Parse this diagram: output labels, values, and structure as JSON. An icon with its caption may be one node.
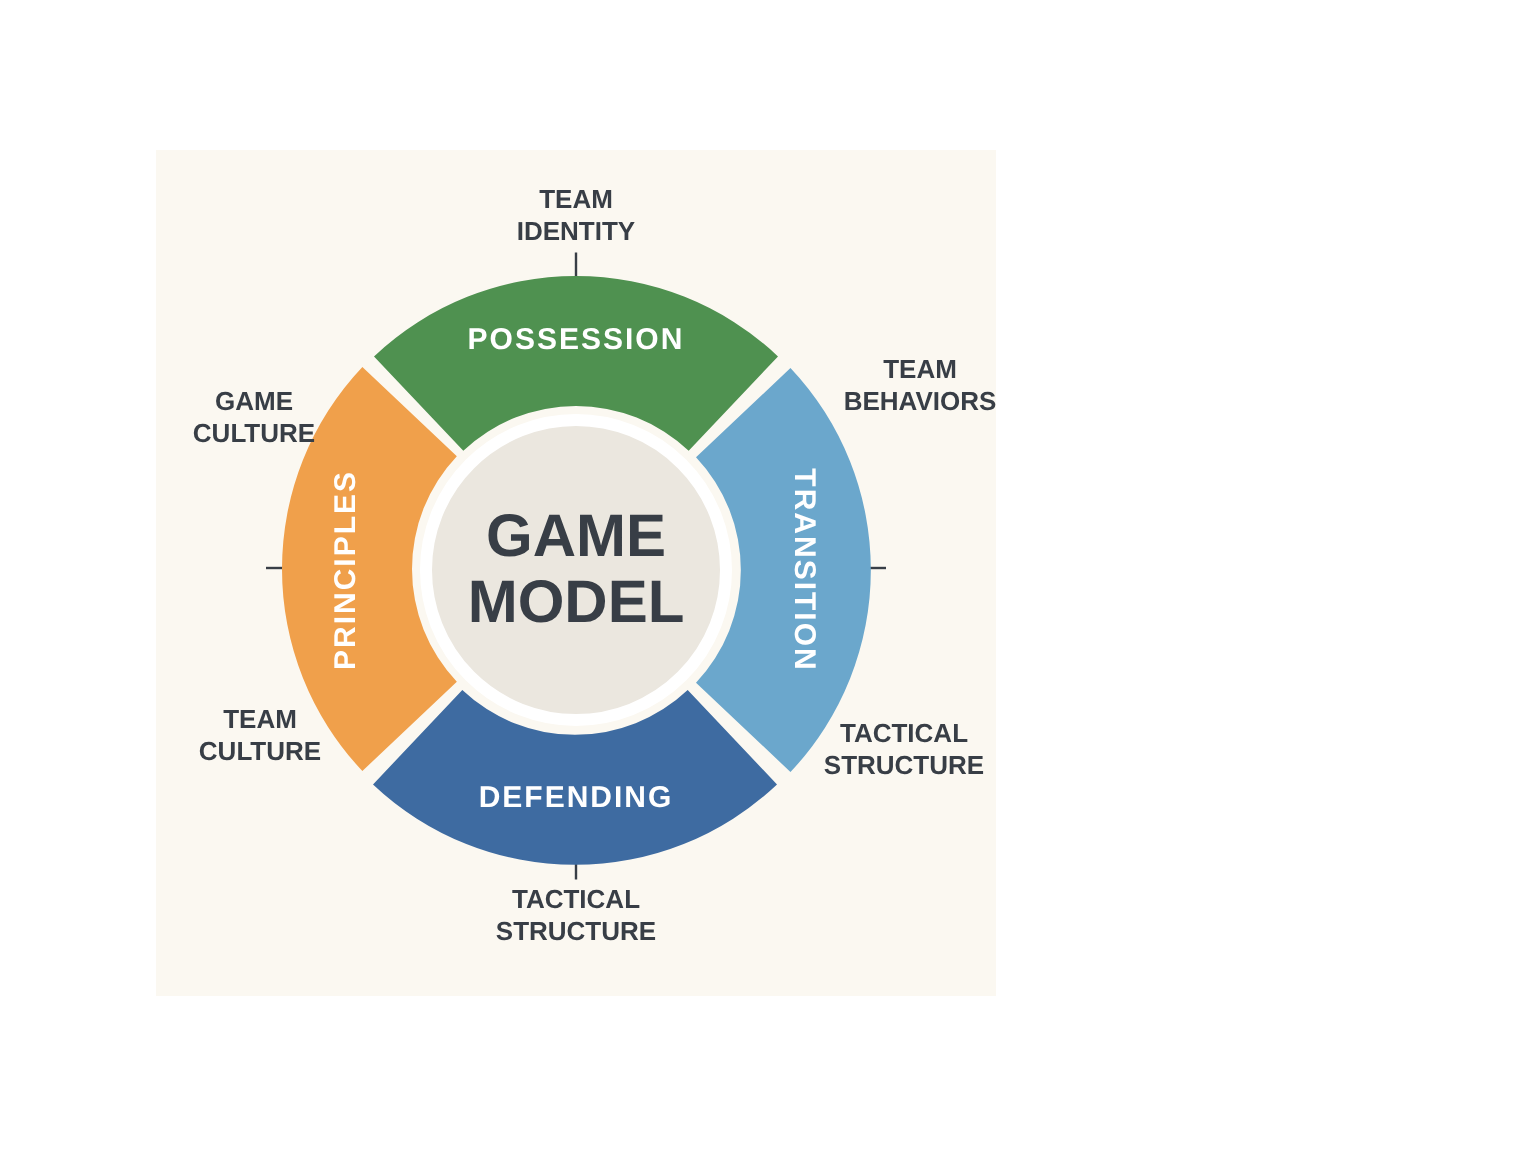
{
  "diagram": {
    "nodes": [
      {
        "text": [
          "GAME MODEL"
        ]
      },
      {
        "text": [
          "POSSESSION"
        ]
      },
      {
        "text": [
          "TRANSITION"
        ]
      },
      {
        "text": [
          "DEFENDING"
        ]
      },
      {
        "text": [
          "PRINCIPLES"
        ]
      },
      {
        "text": [
          "TEAM IDENTITY"
        ]
      },
      {
        "text": [
          "TACTICAL STRUCTURE"
        ]
      }
    ],
    "edges": [
      {
        "from": 5,
        "to": 1,
        "arrow": "none"
      },
      {
        "from": 6,
        "to": 3,
        "arrow": "none"
      }
    ],
    "labels": [
      "GAME CULTURE",
      "TEAM BEHAVIORS",
      "TEAM CULTURE",
      "TACTICAL STRUCTURE"
    ]
  }
}
